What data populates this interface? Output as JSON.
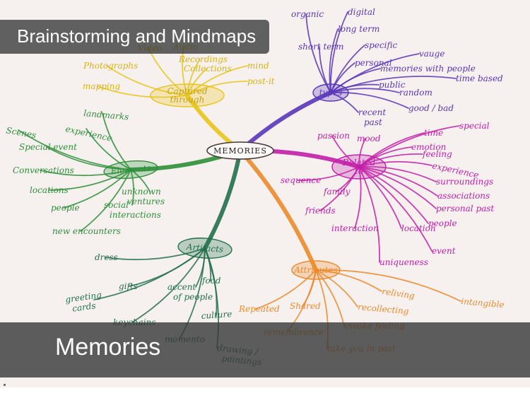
{
  "header": {
    "title": "Brainstorming and Mindmaps"
  },
  "footer": {
    "subtitle": "Memories"
  },
  "colors": {
    "yellow": "#e8c41a",
    "purple": "#5a36b8",
    "magenta": "#c21fa8",
    "orange": "#ec8a2a",
    "green": "#2f8f3a",
    "paper": "#f6f1ef"
  },
  "mindmap": {
    "center": "MEMORIES",
    "branches": [
      {
        "key": "yellow",
        "title": "Captured through",
        "color": "#e8c41a",
        "items": [
          "Audio",
          "Video",
          "Recordings",
          "Collections",
          "Photographs",
          "mind",
          "post-it",
          "mapping"
        ]
      },
      {
        "key": "purple",
        "title": "types",
        "color": "#5a36b8",
        "items": [
          "organic",
          "digital",
          "long term",
          "short term",
          "specific",
          "personal",
          "vauge",
          "memories with people",
          "time based",
          "public",
          "random",
          "good / bad",
          "recent past"
        ]
      },
      {
        "key": "magenta",
        "title": "Related to",
        "color": "#c21fa8",
        "items": [
          "passion",
          "mood",
          "time",
          "special",
          "emotion",
          "feeling",
          "experience",
          "surroundings",
          "associations",
          "personal past",
          "people",
          "sequence",
          "family",
          "friends",
          "interaction",
          "location",
          "event",
          "uniqueness"
        ]
      },
      {
        "key": "green",
        "title": "Elements",
        "color": "#2f8f3a",
        "items": [
          "landmarks",
          "experience",
          "Scenes",
          "Special event",
          "Conversations",
          "locations",
          "people",
          "unknown ventures",
          "social interactions",
          "new encounters"
        ]
      },
      {
        "key": "darkgreen",
        "title": "Artifacts",
        "color": "#24704a",
        "items": [
          "dress",
          "gifts",
          "accent of people",
          "food",
          "greeting cards",
          "keychains",
          "momento",
          "culture",
          "drawing / paintings"
        ]
      },
      {
        "key": "orange",
        "title": "Attributes",
        "color": "#ec8a2a",
        "items": [
          "Repeated",
          "Shared",
          "reliving",
          "intangible",
          "recollecting",
          "remembrance",
          "invoke feeling",
          "take you in past"
        ]
      }
    ]
  }
}
